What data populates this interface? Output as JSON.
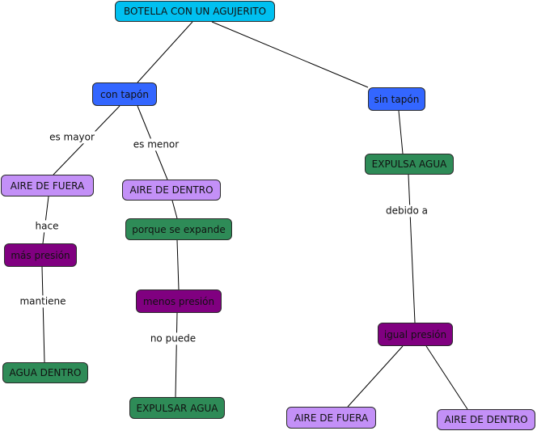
{
  "nodes": {
    "root": "BOTELLA CON UN AGUJERITO",
    "con_tapon": "con tapón",
    "sin_tapon": "sin tapón",
    "aire_fuera_1": "AIRE DE FUERA",
    "aire_dentro_1": "AIRE DE DENTRO",
    "porque_expande": "porque se expande",
    "mas_presion": "más presión",
    "menos_presion": "menos presión",
    "agua_dentro": "AGUA DENTRO",
    "expulsar_agua": "EXPULSAR AGUA",
    "expulsa_agua": "EXPULSA AGUA",
    "igual_presion": "igual presión",
    "aire_fuera_2": "AIRE DE FUERA",
    "aire_dentro_2": "AIRE DE DENTRO"
  },
  "links": {
    "es_mayor": "es mayor",
    "es_menor": "es menor",
    "hace": "hace",
    "mantiene": "mantiene",
    "no_puede": "no puede",
    "debido_a": "debido a"
  },
  "colors": {
    "root": "#00c0f0",
    "branch": "#3366ff",
    "air": "#c390f7",
    "action": "#2e8b57",
    "pressure": "#800080"
  }
}
